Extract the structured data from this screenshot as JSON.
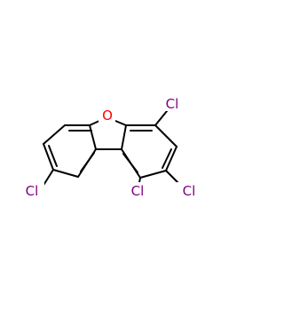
{
  "molecule": {
    "atoms": {
      "oxygen": {
        "text": "O",
        "color": "#ff0000"
      },
      "cl_4": {
        "text": "Cl",
        "color": "#800080"
      },
      "cl_2": {
        "text": "Cl",
        "color": "#800080"
      },
      "cl_1": {
        "text": "Cl",
        "color": "#800080"
      },
      "cl_8": {
        "text": "Cl",
        "color": "#800080"
      }
    },
    "bond_color": "#000000"
  }
}
